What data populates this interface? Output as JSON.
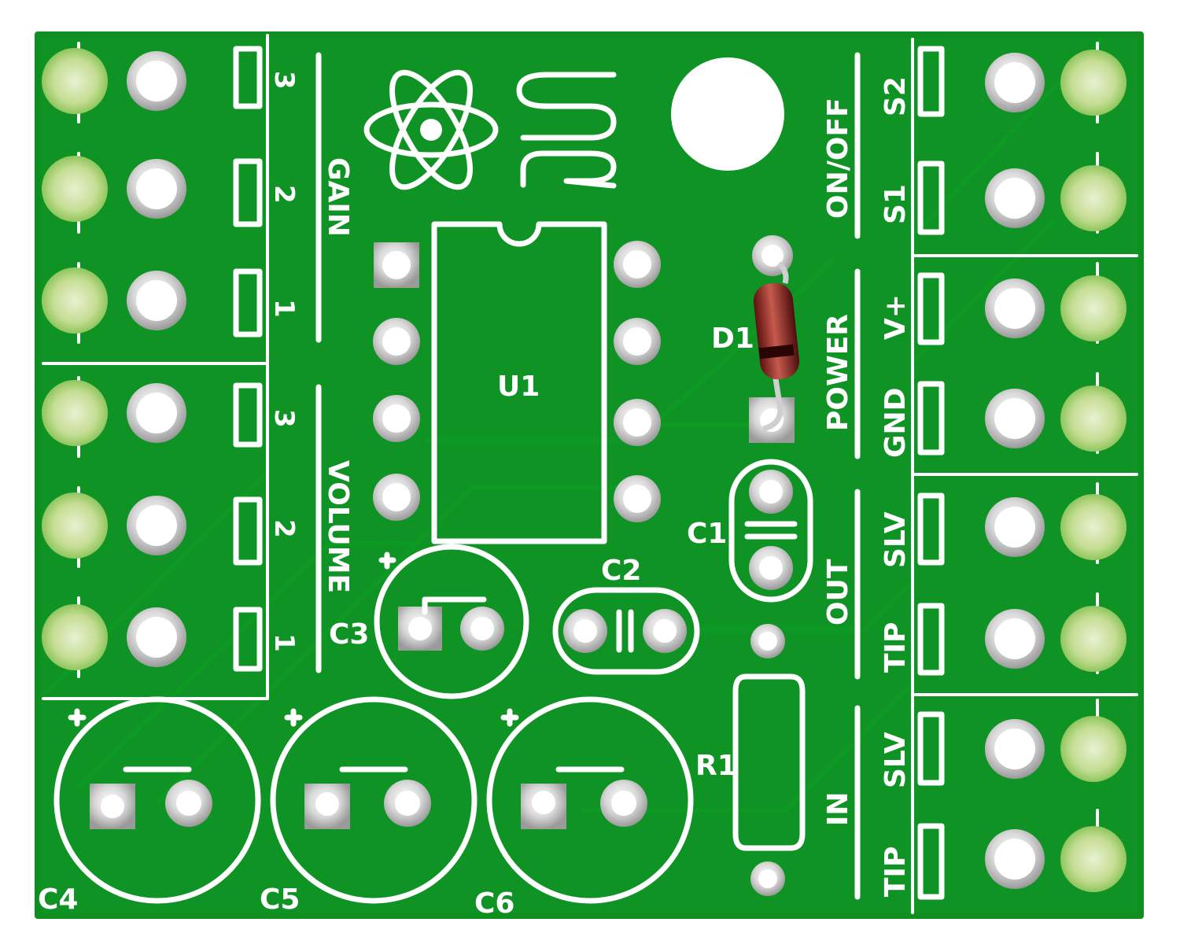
{
  "board": {
    "colors": {
      "soldermask": "#0e8f1f",
      "soldermask_light": "#17a02c",
      "silkscreen": "#ffffff",
      "pad": "#d8d8d8",
      "edge_pad": "#cfe6a0",
      "diode_body": "#8a1e1e"
    },
    "logo_icons": [
      "atom-logo-icon",
      "sr-logo-icon"
    ]
  },
  "labels": {
    "gain": "GAIN",
    "volume": "VOLUME",
    "gain_pins": [
      "3",
      "2",
      "1"
    ],
    "volume_pins": [
      "3",
      "2",
      "1"
    ],
    "u1": "U1",
    "d1": "D1",
    "c1": "C1",
    "c2": "C2",
    "c3": "C3",
    "c4": "C4",
    "c5": "C5",
    "c6": "C6",
    "r1": "R1",
    "on_off": "ON/OFF",
    "s2": "S2",
    "s1": "S1",
    "power": "POWER",
    "v_plus": "V+",
    "gnd": "GND",
    "out": "OUT",
    "out_slv": "SLV",
    "out_tip": "TIP",
    "in": "IN",
    "in_slv": "SLV",
    "in_tip": "TIP"
  }
}
